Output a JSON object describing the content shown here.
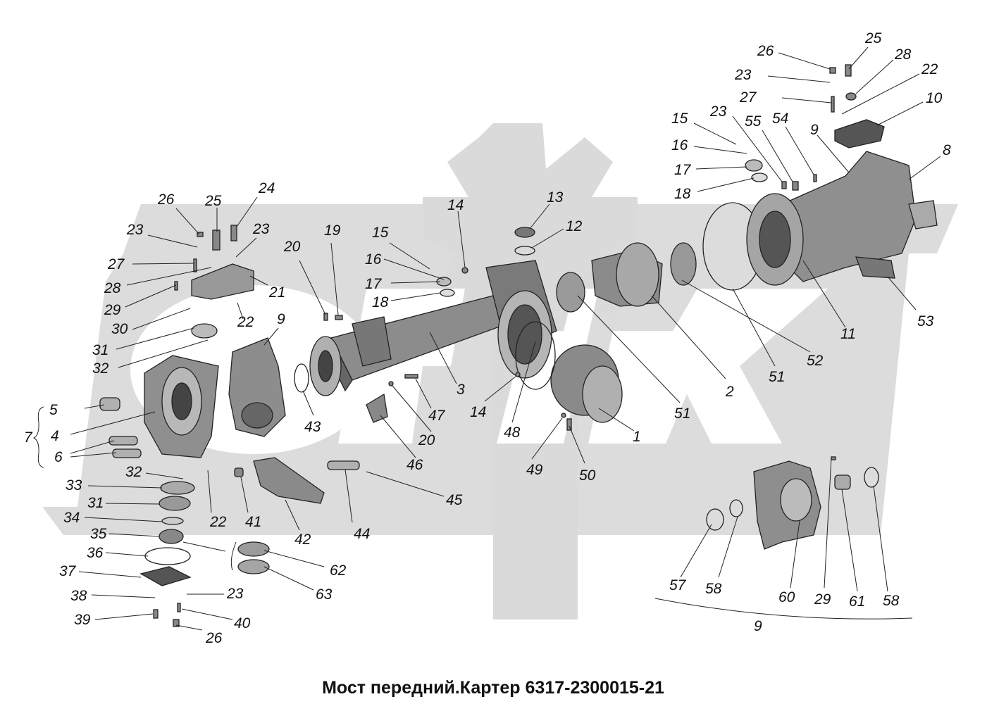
{
  "title": "Мост передний.Картер 6317-2300015-21",
  "watermark": {
    "description": "gear-and-letters logo watermark",
    "color": "#d9d9d9"
  },
  "callouts": [
    {
      "id": "c26a",
      "text": "26"
    },
    {
      "id": "c25a",
      "text": "25"
    },
    {
      "id": "c24",
      "text": "24"
    },
    {
      "id": "c23a",
      "text": "23"
    },
    {
      "id": "c23b",
      "text": "23"
    },
    {
      "id": "c27a",
      "text": "27"
    },
    {
      "id": "c28a",
      "text": "28"
    },
    {
      "id": "c29a",
      "text": "29"
    },
    {
      "id": "c30",
      "text": "30"
    },
    {
      "id": "c21",
      "text": "21"
    },
    {
      "id": "c22a",
      "text": "22"
    },
    {
      "id": "c9a",
      "text": "9"
    },
    {
      "id": "c31a",
      "text": "31"
    },
    {
      "id": "c32a",
      "text": "32"
    },
    {
      "id": "c5",
      "text": "5"
    },
    {
      "id": "c7",
      "text": "7"
    },
    {
      "id": "c4",
      "text": "4"
    },
    {
      "id": "c6",
      "text": "6"
    },
    {
      "id": "c32b",
      "text": "32"
    },
    {
      "id": "c33",
      "text": "33"
    },
    {
      "id": "c31b",
      "text": "31"
    },
    {
      "id": "c34",
      "text": "34"
    },
    {
      "id": "c35",
      "text": "35"
    },
    {
      "id": "c36",
      "text": "36"
    },
    {
      "id": "c37",
      "text": "37"
    },
    {
      "id": "c38",
      "text": "38"
    },
    {
      "id": "c39",
      "text": "39"
    },
    {
      "id": "c22b",
      "text": "22"
    },
    {
      "id": "c41",
      "text": "41"
    },
    {
      "id": "c42",
      "text": "42"
    },
    {
      "id": "c23c",
      "text": "23"
    },
    {
      "id": "c40",
      "text": "40"
    },
    {
      "id": "c26b",
      "text": "26"
    },
    {
      "id": "c62",
      "text": "62"
    },
    {
      "id": "c63",
      "text": "63"
    },
    {
      "id": "c20a",
      "text": "20"
    },
    {
      "id": "c19",
      "text": "19"
    },
    {
      "id": "c43",
      "text": "43"
    },
    {
      "id": "c15a",
      "text": "15"
    },
    {
      "id": "c16a",
      "text": "16"
    },
    {
      "id": "c17a",
      "text": "17"
    },
    {
      "id": "c18a",
      "text": "18"
    },
    {
      "id": "c14a",
      "text": "14"
    },
    {
      "id": "c3",
      "text": "3"
    },
    {
      "id": "c47",
      "text": "47"
    },
    {
      "id": "c20b",
      "text": "20"
    },
    {
      "id": "c46",
      "text": "46"
    },
    {
      "id": "c44",
      "text": "44"
    },
    {
      "id": "c45",
      "text": "45"
    },
    {
      "id": "c13",
      "text": "13"
    },
    {
      "id": "c12",
      "text": "12"
    },
    {
      "id": "c14b",
      "text": "14"
    },
    {
      "id": "c48",
      "text": "48"
    },
    {
      "id": "c49",
      "text": "49"
    },
    {
      "id": "c50",
      "text": "50"
    },
    {
      "id": "c1",
      "text": "1"
    },
    {
      "id": "c51a",
      "text": "51"
    },
    {
      "id": "c2",
      "text": "2"
    },
    {
      "id": "c51b",
      "text": "51"
    },
    {
      "id": "c52",
      "text": "52"
    },
    {
      "id": "c11",
      "text": "11"
    },
    {
      "id": "c53",
      "text": "53"
    },
    {
      "id": "c8",
      "text": "8"
    },
    {
      "id": "c9b",
      "text": "9"
    },
    {
      "id": "c10",
      "text": "10"
    },
    {
      "id": "c22c",
      "text": "22"
    },
    {
      "id": "c28b",
      "text": "28"
    },
    {
      "id": "c25b",
      "text": "25"
    },
    {
      "id": "c26c",
      "text": "26"
    },
    {
      "id": "c23d",
      "text": "23"
    },
    {
      "id": "c27b",
      "text": "27"
    },
    {
      "id": "c15b",
      "text": "15"
    },
    {
      "id": "c16b",
      "text": "16"
    },
    {
      "id": "c17b",
      "text": "17"
    },
    {
      "id": "c18b",
      "text": "18"
    },
    {
      "id": "c23e",
      "text": "23"
    },
    {
      "id": "c55",
      "text": "55"
    },
    {
      "id": "c54",
      "text": "54"
    },
    {
      "id": "c57",
      "text": "57"
    },
    {
      "id": "c58a",
      "text": "58"
    },
    {
      "id": "c60",
      "text": "60"
    },
    {
      "id": "c29b",
      "text": "29"
    },
    {
      "id": "c61",
      "text": "61"
    },
    {
      "id": "c58b",
      "text": "58"
    },
    {
      "id": "c9c",
      "text": "9"
    }
  ]
}
